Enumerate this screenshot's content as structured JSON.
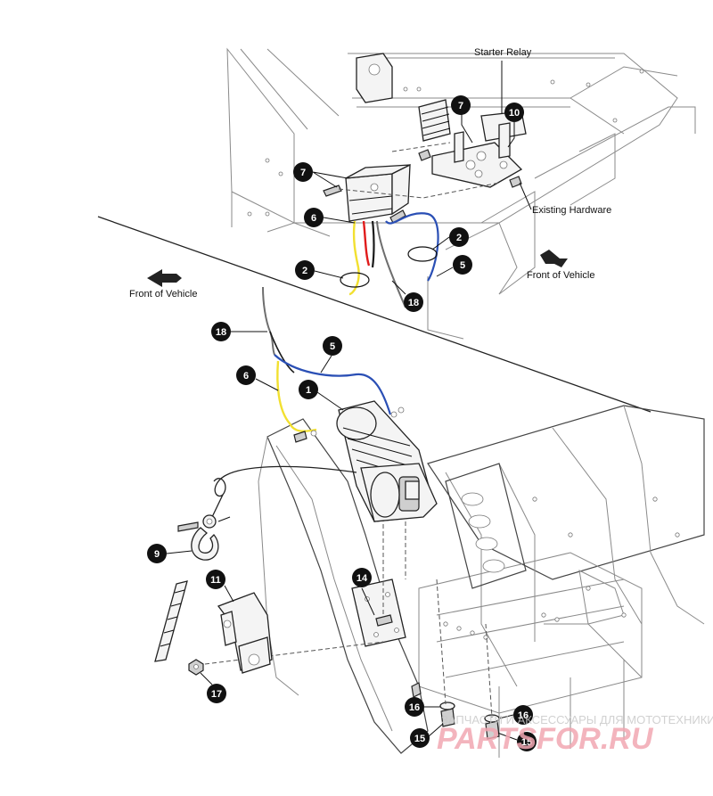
{
  "labels": {
    "starter_relay": "Starter Relay",
    "existing_hardware": "Existing Hardware",
    "front_of_vehicle_left": "Front of Vehicle",
    "front_of_vehicle_right": "Front of Vehicle"
  },
  "callouts": {
    "c7a": "7",
    "c10": "10",
    "c7b": "7",
    "c6a": "6",
    "c2a": "2",
    "c5a": "5",
    "c2b": "2",
    "c18a": "18",
    "c18b": "18",
    "c5b": "5",
    "c6b": "6",
    "c1": "1",
    "c9": "9",
    "c14": "14",
    "c11": "11",
    "c17": "17",
    "c16a": "16",
    "c16b": "16",
    "c15a": "15",
    "c15b": "15"
  },
  "watermark": {
    "tagline": "ЗАПЧАСТИ И АКСЕССУАРЫ ДЛЯ МОТОТЕХНИКИ",
    "logo": "PARTSFOR.RU"
  },
  "colors": {
    "wire_blue": "#2a4fb5",
    "wire_yellow": "#f2e030",
    "wire_red": "#e01b1b",
    "wire_black": "#1a1a1a",
    "wire_gray": "#6e6e6e",
    "callout_fill": "#111111",
    "watermark_logo": "#f2a7b2"
  },
  "icons": {
    "front_arrow_left": "arrow-left-icon",
    "front_arrow_right": "arrow-right-icon"
  }
}
